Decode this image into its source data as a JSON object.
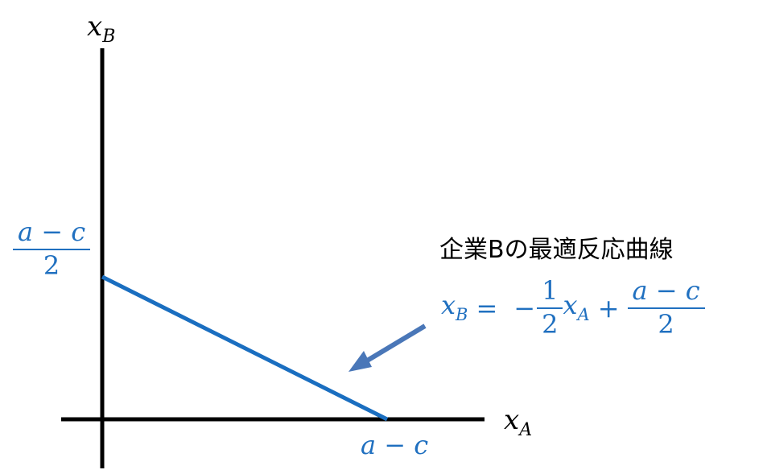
{
  "diagram": {
    "axes": {
      "x_label": {
        "base": "x",
        "sub": "A"
      },
      "y_label": {
        "base": "x",
        "sub": "B"
      }
    },
    "ticks": {
      "x_intercept": "a − c",
      "y_intercept": {
        "numerator": "a − c",
        "denominator": "2"
      }
    },
    "curve_title": "企業Bの最適反応曲線",
    "equation": {
      "lhs": {
        "base": "x",
        "sub": "B"
      },
      "equals": "=",
      "minus": "−",
      "coef": {
        "numerator": "1",
        "denominator": "2"
      },
      "var": {
        "base": "x",
        "sub": "A"
      },
      "plus": "+",
      "const": {
        "numerator": "a − c",
        "denominator": "2"
      }
    },
    "colors": {
      "line": "#1A6EC0",
      "arrow": "#4A77B8",
      "label": "#2070C0",
      "axis": "#000000"
    }
  }
}
